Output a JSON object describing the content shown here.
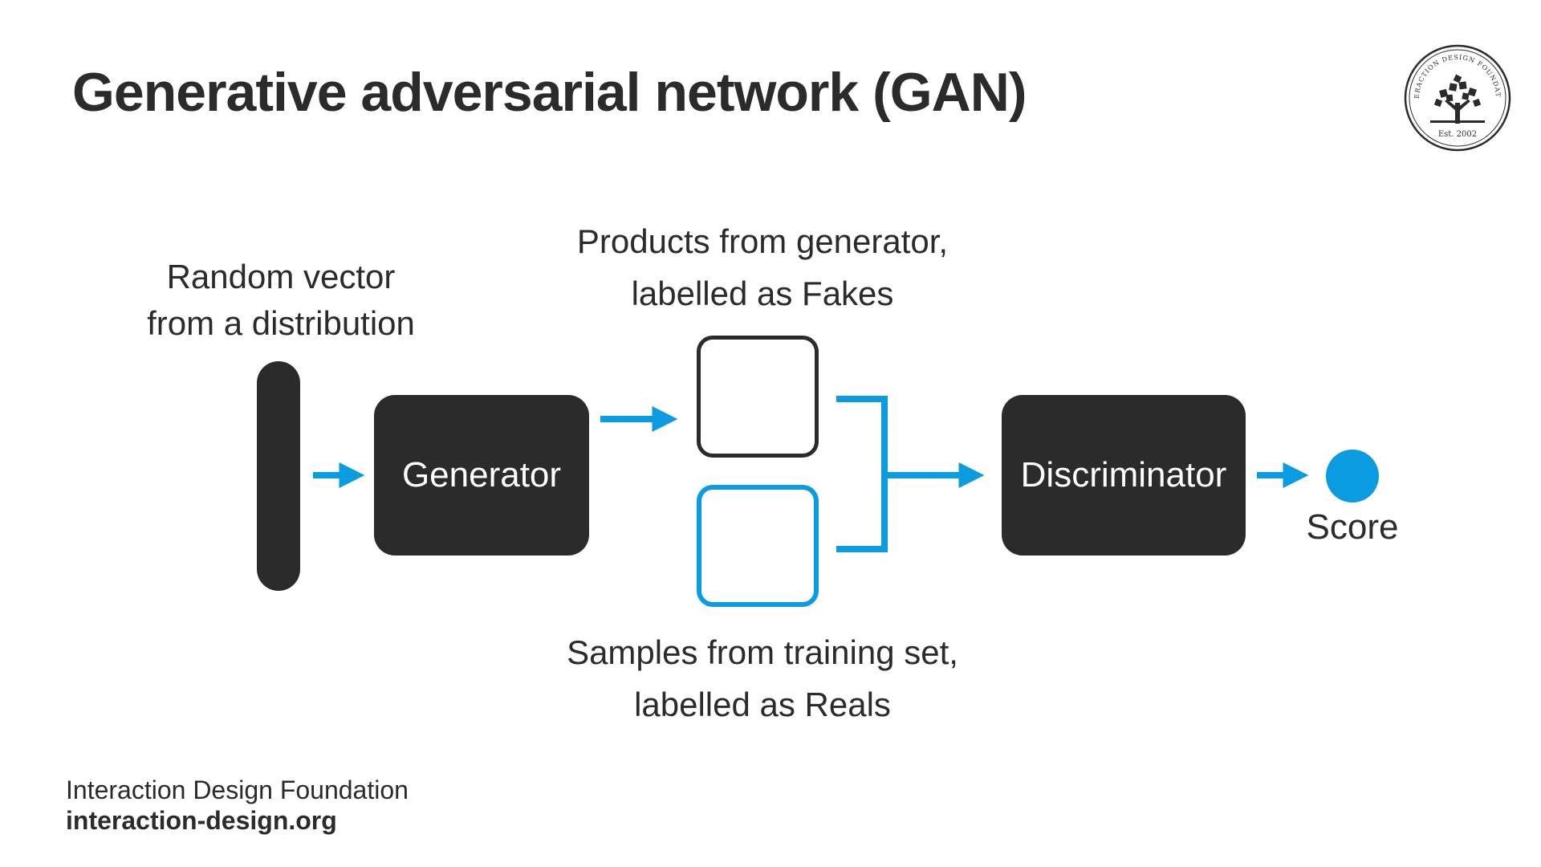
{
  "title": "Generative adversarial network (GAN)",
  "captions": {
    "random_vector": [
      "Random vector",
      "from a distribution"
    ],
    "products": [
      "Products from generator,",
      "labelled as Fakes"
    ],
    "samples": [
      "Samples from training set,",
      "labelled as Reals"
    ]
  },
  "nodes": {
    "generator": "Generator",
    "discriminator": "Discriminator",
    "score": "Score"
  },
  "footer": {
    "org": "Interaction Design Foundation",
    "url": "interaction-design.org"
  },
  "logo": {
    "ring_text": "INTERACTION DESIGN FOUNDATION",
    "est": "Est. 2002",
    "icon": "tree-logo-icon"
  },
  "colors": {
    "dark": "#2b2b2b",
    "accent": "#0b9be0",
    "background": "#ffffff"
  }
}
